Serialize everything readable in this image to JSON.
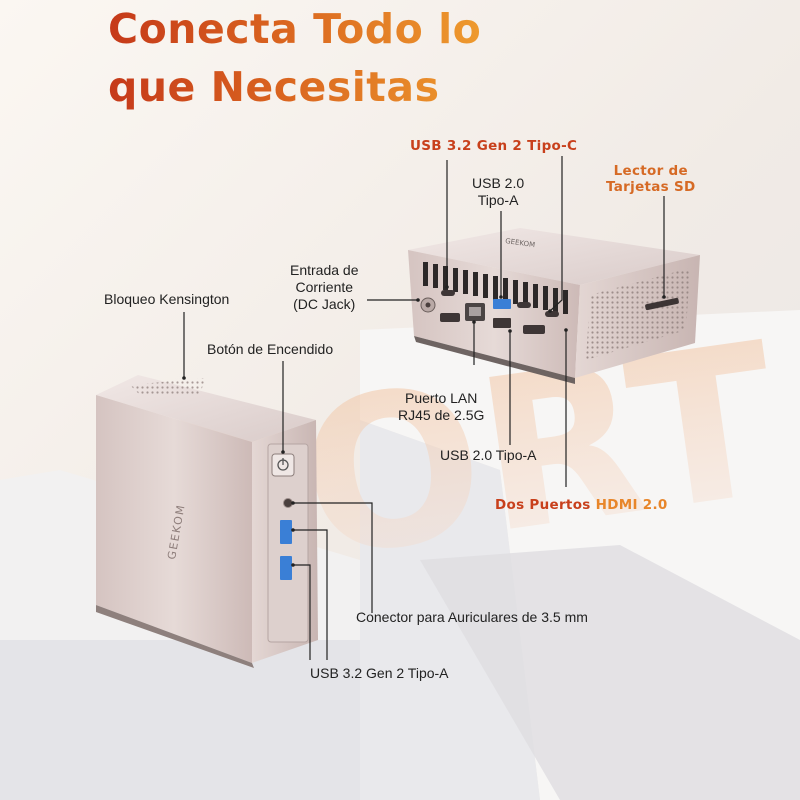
{
  "headline": {
    "line1": "Conecta Todo lo",
    "line2": "que Necesitas"
  },
  "watermark_text": "PORT",
  "brand_text": "GEEKOM",
  "labels": {
    "usb32_typec": "USB 3.2 Gen 2 Tipo-C",
    "sd_reader_line1": "Lector de",
    "sd_reader_line2": "Tarjetas SD",
    "usb20_top_line1": "USB 2.0",
    "usb20_top_line2": "Tipo-A",
    "power_line1": "Entrada de",
    "power_line2": "Corriente",
    "power_line3": "(DC Jack)",
    "kensington": "Bloqueo Kensington",
    "power_button": "Botón de Encendido",
    "lan_line1": "Puerto LAN",
    "lan_line2": "RJ45 de 2.5G",
    "usb20_bottom": "USB 2.0 Tipo-A",
    "hdmi_prefix": "Dos Puertos ",
    "hdmi_suffix": "HDMI 2.0",
    "headphone": "Conector para Auriculares de 3.5 mm",
    "usb32_typea": "USB 3.2 Gen 2 Tipo-A"
  },
  "colors": {
    "accent_red": "#c8401c",
    "accent_orange": "#e8862a",
    "device_silver": "#d9c9c6",
    "usb3_blue": "#3a7fd6",
    "text_dark": "#222222"
  }
}
